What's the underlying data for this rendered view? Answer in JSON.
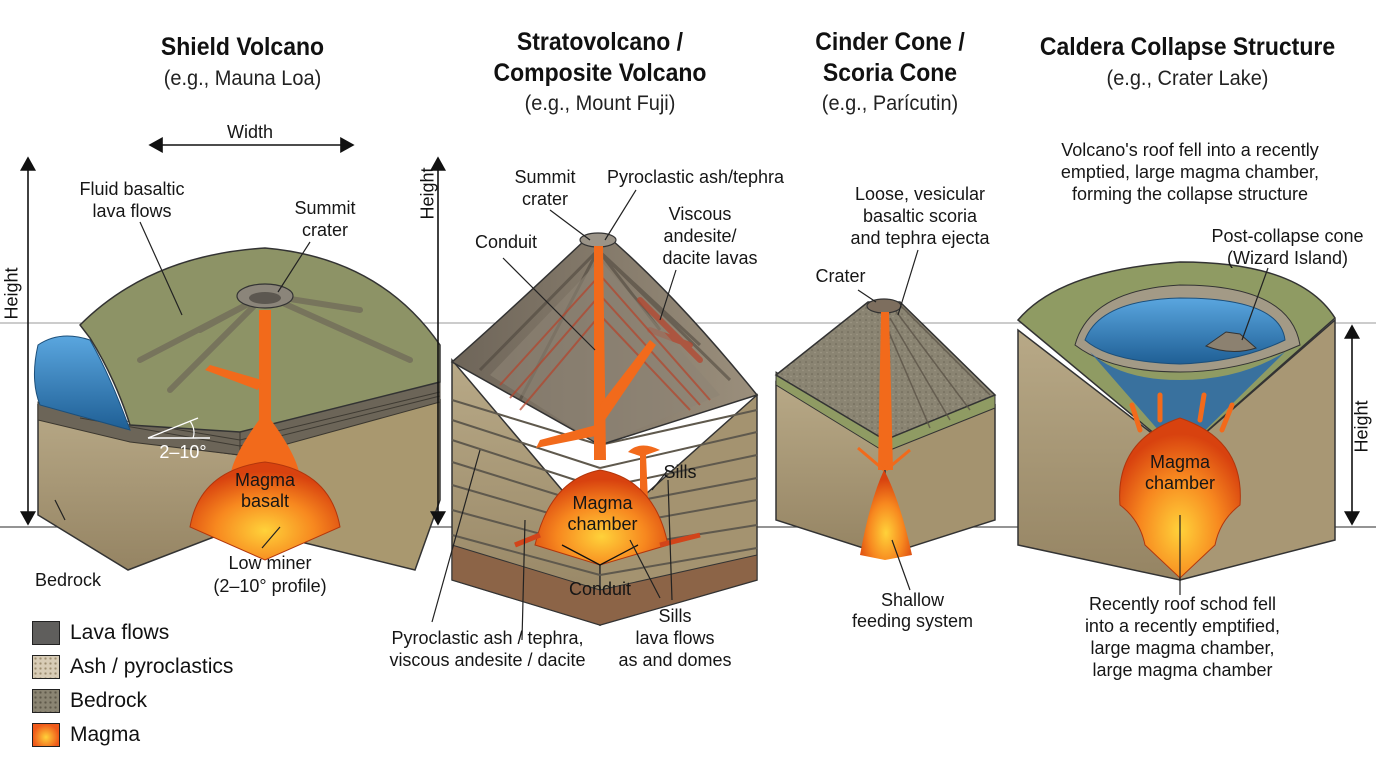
{
  "volcanoes": [
    {
      "title": "Shield Volcano",
      "subtitle": "(e.g., Mauna Loa)",
      "labels": {
        "width": "Width",
        "height": "Height",
        "fluid_l1": "Fluid basaltic",
        "fluid_l2": "lava flows",
        "summit_l1": "Summit",
        "summit_l2": "crater",
        "angle": "2–10°",
        "magma_l1": "Magma",
        "magma_l2": "basalt",
        "bedrock": "Bedrock",
        "low_l1": "Low miner",
        "low_l2": "(2–10° profile)"
      }
    },
    {
      "title_l1": "Stratovolcano /",
      "title_l2": "Composite Volcano",
      "subtitle": "(e.g., Mount Fuji)",
      "labels": {
        "height": "Height",
        "summit_l1": "Summit",
        "summit_l2": "crater",
        "pyro": "Pyroclastic ash/tephra",
        "viscous_l1": "Viscous",
        "viscous_l2": "andesite/",
        "viscous_l3": "dacite lavas",
        "conduit": "Conduit",
        "sills": "Sills",
        "chamber_l1": "Magma",
        "chamber_l2": "chamber",
        "conduit_bottom": "Conduit",
        "bottom_l1": "Pyroclastic ash / tephra,",
        "bottom_l2": "viscous andesite / dacite",
        "sills2_l1": "Sills",
        "sills2_l2": "lava flows",
        "sills2_l3": "as and domes"
      }
    },
    {
      "title_l1": "Cinder Cone /",
      "title_l2": "Scoria Cone",
      "subtitle": "(e.g., Parícutin)",
      "labels": {
        "loose_l1": "Loose, vesicular",
        "loose_l2": "basaltic scoria",
        "loose_l3": "and tephra ejecta",
        "crater": "Crater",
        "shallow_l1": "Shallow",
        "shallow_l2": "feeding system"
      }
    },
    {
      "title": "Caldera Collapse Structure",
      "subtitle": "(e.g., Crater Lake)",
      "labels": {
        "roof_l1": "Volcano's roof fell into a recently",
        "roof_l2": "emptied, large magma chamber,",
        "roof_l3": "forming the collapse structure",
        "post_l1": "Post-collapse cone",
        "post_l2": "(Wizard Island)",
        "height": "Height",
        "chamber_l1": "Magma",
        "chamber_l2": "chamber",
        "recent_l1": "Recently roof schod fell",
        "recent_l2": "into a recently emptified,",
        "recent_l3": "large magma chamber,",
        "recent_l4": "large magma chamber"
      }
    }
  ],
  "legend": [
    {
      "label": "Lava flows",
      "color": "#5f5e5c"
    },
    {
      "label": "Ash / pyroclastics",
      "color": "#d8ccb6"
    },
    {
      "label": "Bedrock",
      "color": "#8a8472"
    },
    {
      "label": "Magma",
      "color": "#f05a1a"
    }
  ],
  "colors": {
    "magma": "#f26a1b",
    "magma_core": "#ffcf3a",
    "lake": "#2f7fc0",
    "bedrock": "#a89874",
    "grass": "#8f9b63"
  }
}
